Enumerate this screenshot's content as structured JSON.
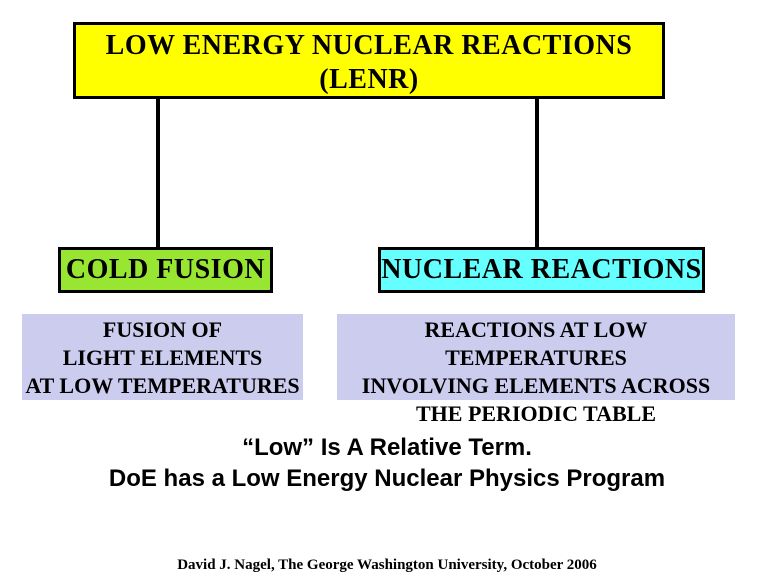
{
  "diagram": {
    "root_box": {
      "line1": "LOW ENERGY NUCLEAR REACTIONS",
      "line2": "(LENR)",
      "bg_color": "#FFFF00"
    },
    "left_box": {
      "label": "COLD FUSION",
      "bg_color": "#99E632"
    },
    "right_box": {
      "label": "NUCLEAR REACTIONS",
      "bg_color": "#66FFFF"
    },
    "left_detail": {
      "lines": [
        "FUSION OF",
        "LIGHT ELEMENTS",
        "AT LOW TEMPERATURES"
      ],
      "bg_color": "#CCCCEE"
    },
    "right_detail": {
      "lines": [
        "REACTIONS AT LOW TEMPERATURES",
        "INVOLVING ELEMENTS ACROSS",
        "THE PERIODIC TABLE"
      ],
      "bg_color": "#CCCCEE"
    },
    "connector_color": "#000000"
  },
  "emphasis": {
    "line1": "“Low” Is A Relative Term.",
    "line2": "DoE has a Low Energy Nuclear Physics Program",
    "text_color": "#000000"
  },
  "footer": {
    "credit": "David J. Nagel, The George Washington University, October 2006"
  }
}
